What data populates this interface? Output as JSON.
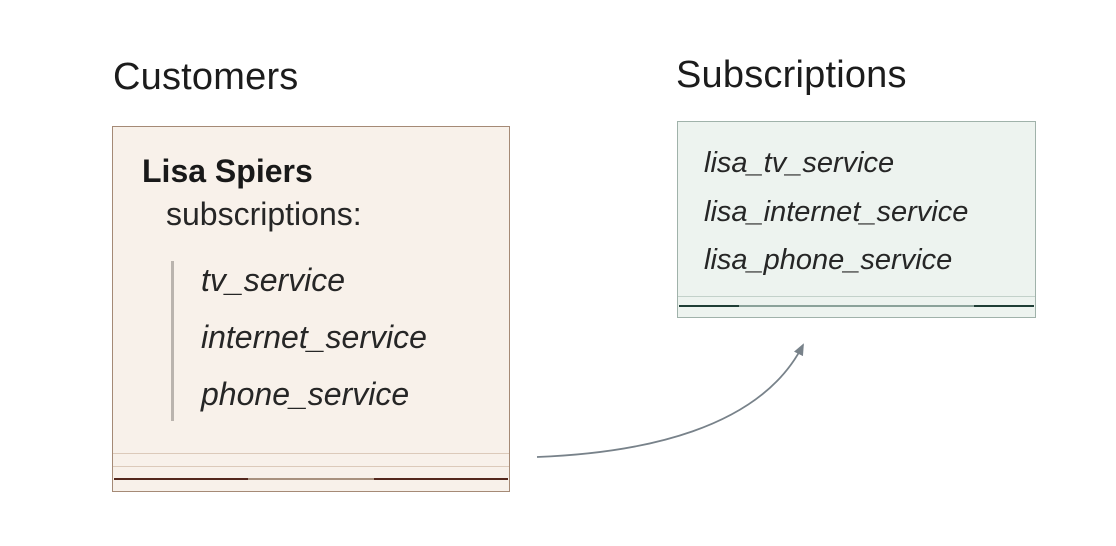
{
  "colors": {
    "title-text": "#1c1c1c",
    "body-text": "#262626",
    "customers-bg": "#f8f1ea",
    "customers-border": "#a58a76",
    "customers-row-line": "#dccaba",
    "customers-mark-dark": "#54271c",
    "customers-mark-mid": "#a8917e",
    "subscriptions-bg": "#edf3ef",
    "subscriptions-border": "#a0b2aa",
    "subscriptions-row-line": "#c3d1ca",
    "subscriptions-mark-dark": "#1e3d35",
    "subscriptions-mark-mid": "#8ba29a",
    "indent-line": "#bab4ae",
    "arrow": "#78828a"
  },
  "customers": {
    "title": "Customers",
    "record": {
      "name": "Lisa Spiers",
      "field_label": "subscriptions:",
      "subscriptions": [
        "tv_service",
        "internet_service",
        "phone_service"
      ]
    }
  },
  "subscriptions": {
    "title": "Subscriptions",
    "records": [
      "lisa_tv_service",
      "lisa_internet_service",
      "lisa_phone_service"
    ]
  }
}
